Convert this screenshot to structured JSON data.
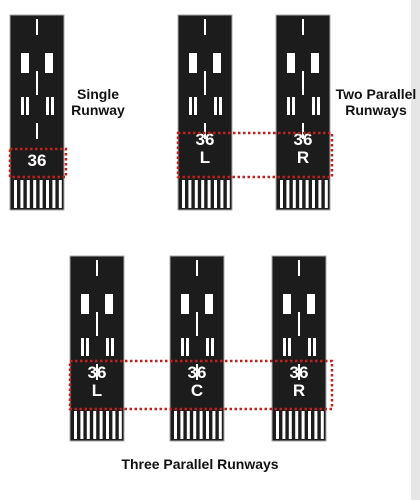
{
  "colors": {
    "pavement": "#1c1c1c",
    "edge": "#aaaaaa",
    "markings": "#ffffff",
    "highlight": "#c0201c",
    "background": "#ffffff"
  },
  "groups": [
    {
      "caption": [
        "Single",
        "Runway"
      ],
      "runways": [
        {
          "number": "36",
          "designator": ""
        }
      ]
    },
    {
      "caption": [
        "Two Parallel",
        "Runways"
      ],
      "runways": [
        {
          "number": "36",
          "designator": "L"
        },
        {
          "number": "36",
          "designator": "R"
        }
      ]
    },
    {
      "caption": [
        "Three Parallel Runways"
      ],
      "runways": [
        {
          "number": "36",
          "designator": "L"
        },
        {
          "number": "36",
          "designator": "C"
        },
        {
          "number": "36",
          "designator": "R"
        }
      ]
    }
  ]
}
